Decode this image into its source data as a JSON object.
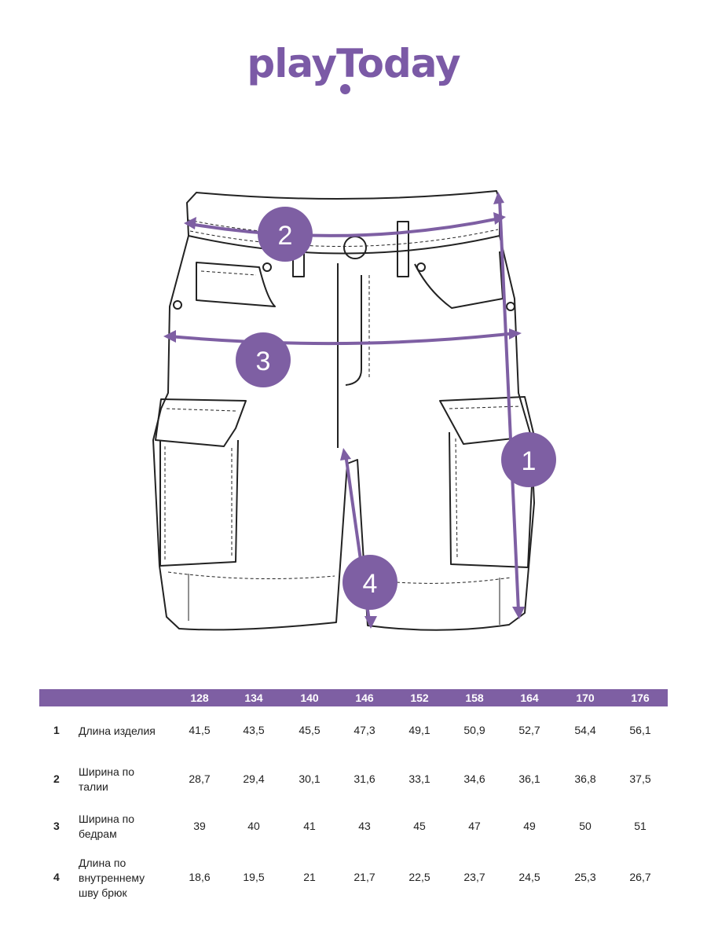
{
  "brand": {
    "name": "playToday",
    "color": "#7b5aa6"
  },
  "diagram": {
    "markers": [
      "1",
      "2",
      "3",
      "4"
    ],
    "accent_color": "#7e5fa3"
  },
  "size_table": {
    "header_color": "#7e5fa3",
    "sizes": [
      "128",
      "134",
      "140",
      "146",
      "152",
      "158",
      "164",
      "170",
      "176"
    ],
    "rows": [
      {
        "num": "1",
        "label_lines": [
          "Длина изделия"
        ],
        "values": [
          "41,5",
          "43,5",
          "45,5",
          "47,3",
          "49,1",
          "50,9",
          "52,7",
          "54,4",
          "56,1"
        ]
      },
      {
        "num": "2",
        "label_lines": [
          "Ширина по",
          "талии"
        ],
        "values": [
          "28,7",
          "29,4",
          "30,1",
          "31,6",
          "33,1",
          "34,6",
          "36,1",
          "36,8",
          "37,5"
        ]
      },
      {
        "num": "3",
        "label_lines": [
          "Ширина по",
          "бедрам"
        ],
        "values": [
          "39",
          "40",
          "41",
          "43",
          "45",
          "47",
          "49",
          "50",
          "51"
        ]
      },
      {
        "num": "4",
        "label_lines": [
          "Длина по",
          "внутреннему",
          "шву брюк"
        ],
        "values": [
          "18,6",
          "19,5",
          "21",
          "21,7",
          "22,5",
          "23,7",
          "24,5",
          "25,3",
          "26,7"
        ]
      }
    ]
  }
}
